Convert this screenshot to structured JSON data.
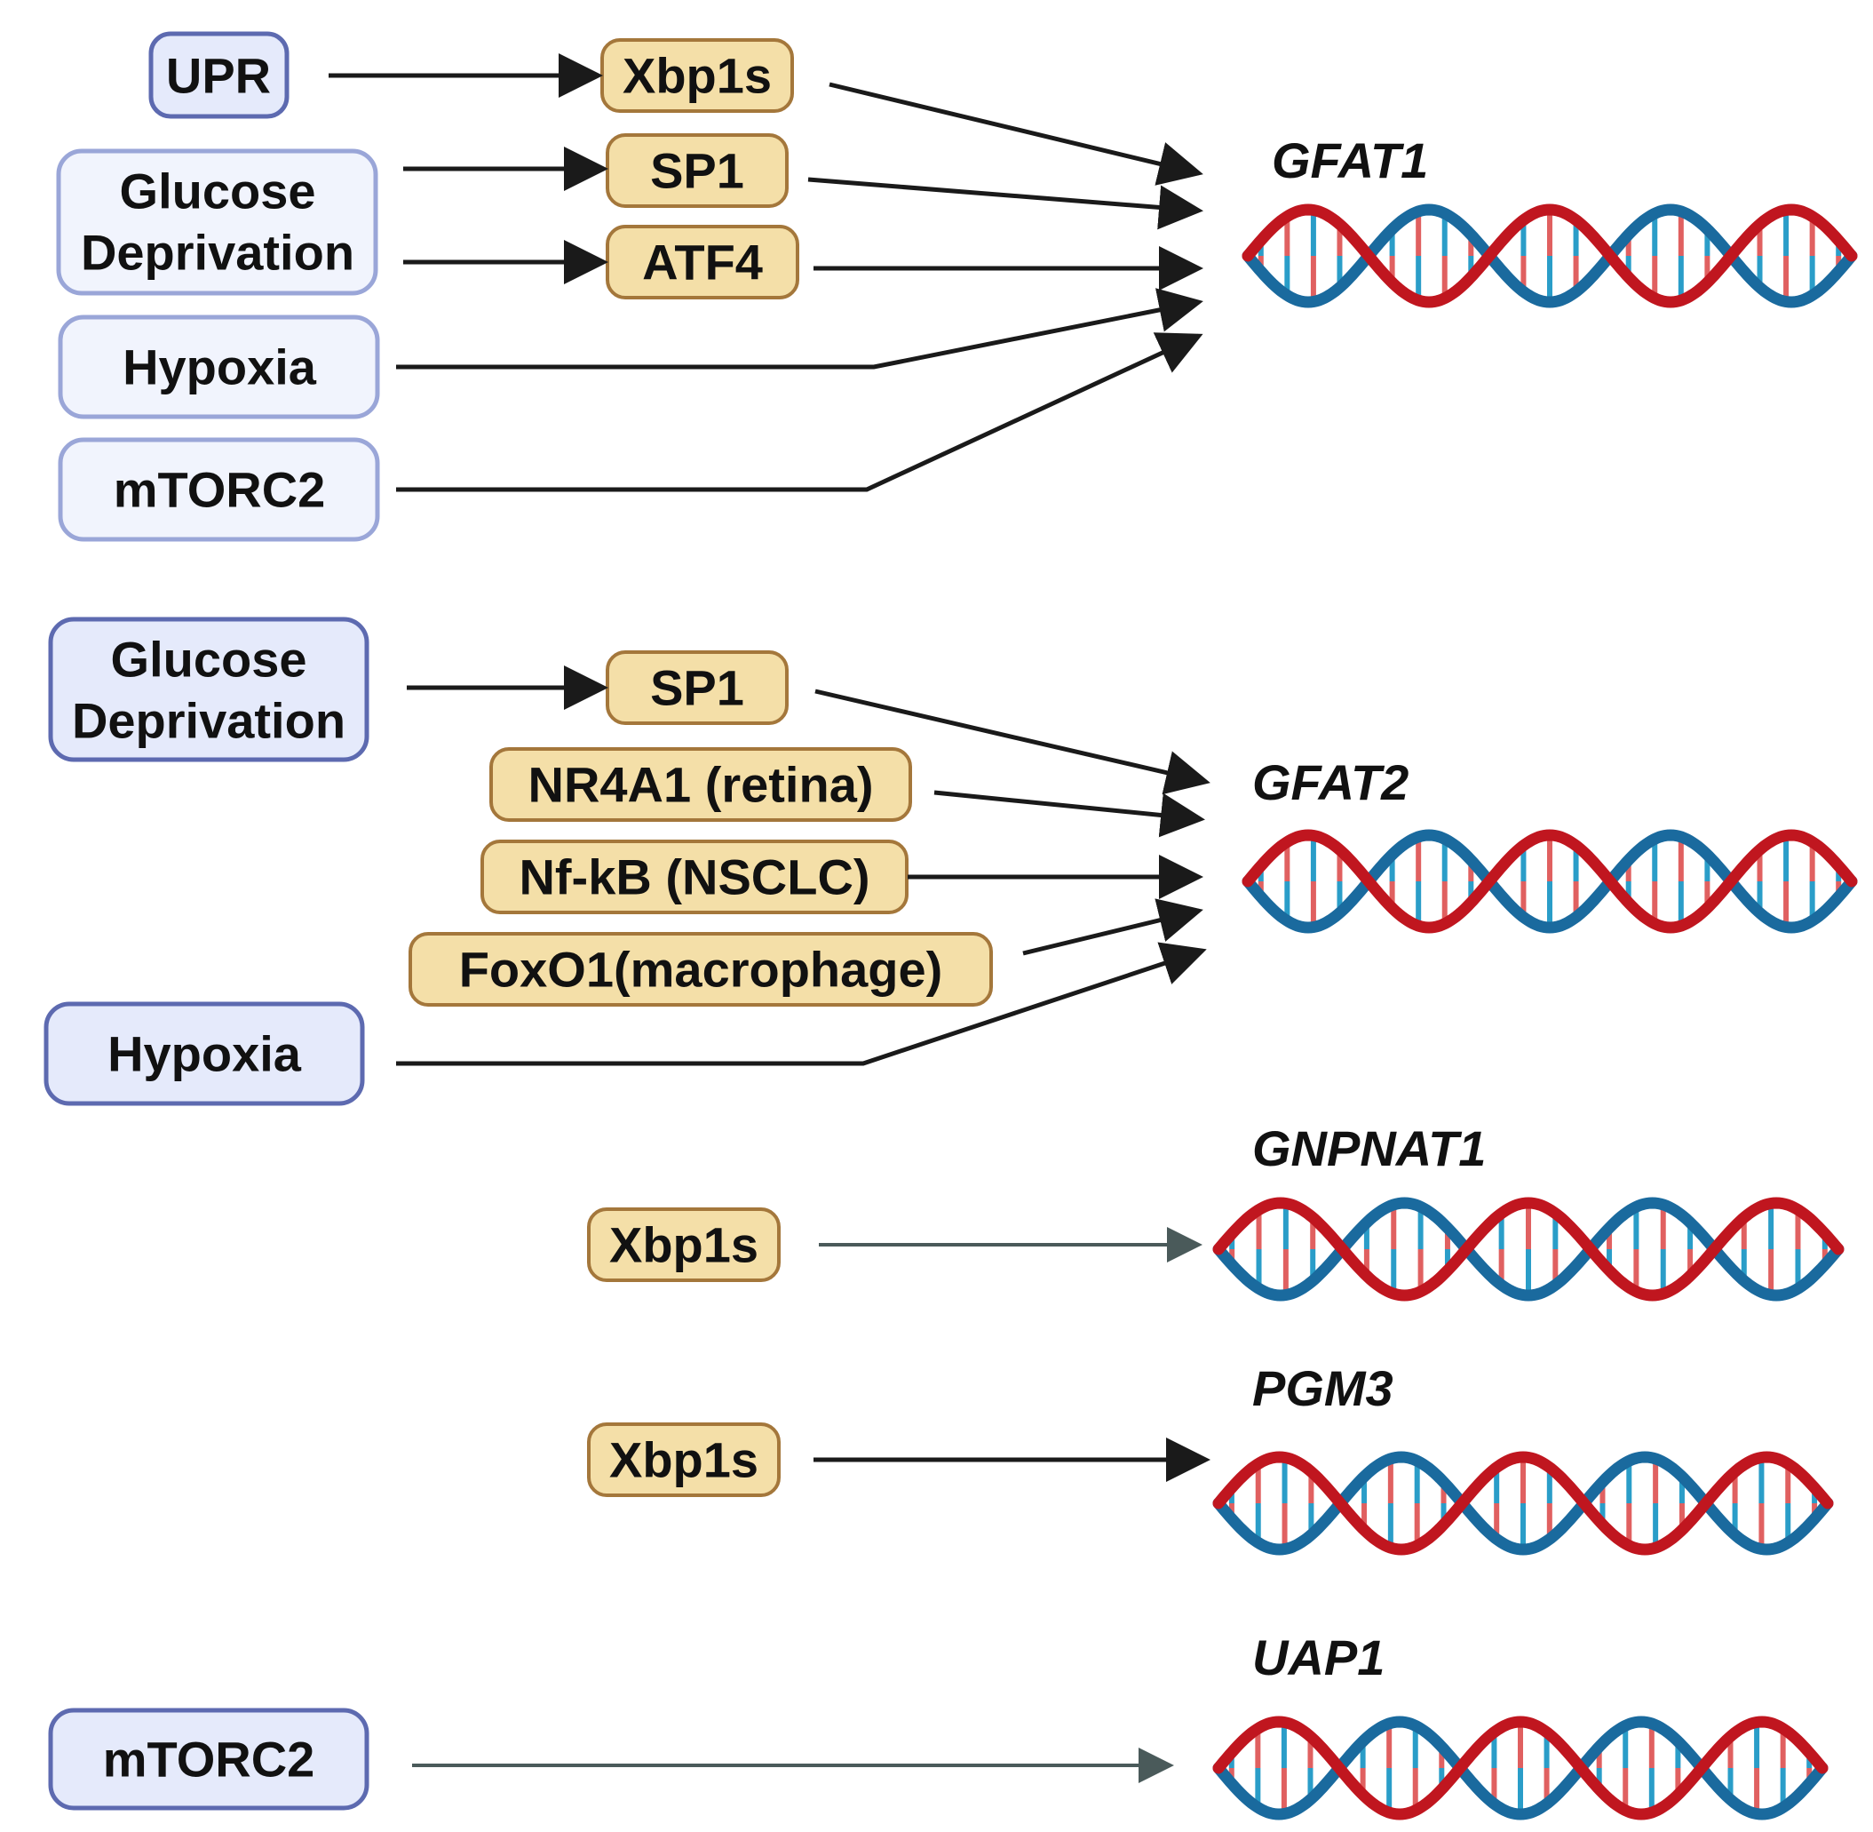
{
  "colors": {
    "signal_fill": "#e5eafb",
    "signal_fill_light": "#f1f4fd",
    "signal_stroke": "#5d6ab0",
    "signal_stroke_light": "#9aa6d8",
    "tf_fill": "#f4dfa8",
    "tf_stroke": "#a4773b",
    "arrow": "#1a1a1a",
    "arrow_gray": "#4a5a5a",
    "dna_red": "#c0161f",
    "dna_blue": "#1a6a9e",
    "rung_red": "#e06060",
    "rung_blue": "#2a9dc8"
  },
  "genes": {
    "gfat1": "GFAT1",
    "gfat2": "GFAT2",
    "gnpnat1": "GNPNAT1",
    "pgm3": "PGM3",
    "uap1": "UAP1"
  },
  "section_gfat1": {
    "signals": {
      "upr": "UPR",
      "glucose_1": "Glucose",
      "glucose_2": "Deprivation",
      "hypoxia": "Hypoxia",
      "mtorc2": "mTORC2"
    },
    "factors": {
      "xbp1s": "Xbp1s",
      "sp1": "SP1",
      "atf4": "ATF4"
    }
  },
  "section_gfat2": {
    "signals": {
      "glucose_1": "Glucose",
      "glucose_2": "Deprivation",
      "hypoxia": "Hypoxia"
    },
    "factors": {
      "sp1": "SP1",
      "nr4a1": "NR4A1 (retina)",
      "nfkb": "Nf-kB (NSCLC)",
      "foxo1": "FoxO1(macrophage)"
    }
  },
  "section_gnpnat1": {
    "factors": {
      "xbp1s": "Xbp1s"
    }
  },
  "section_pgm3": {
    "factors": {
      "xbp1s": "Xbp1s"
    }
  },
  "section_uap1": {
    "signals": {
      "mtorc2": "mTORC2"
    }
  }
}
